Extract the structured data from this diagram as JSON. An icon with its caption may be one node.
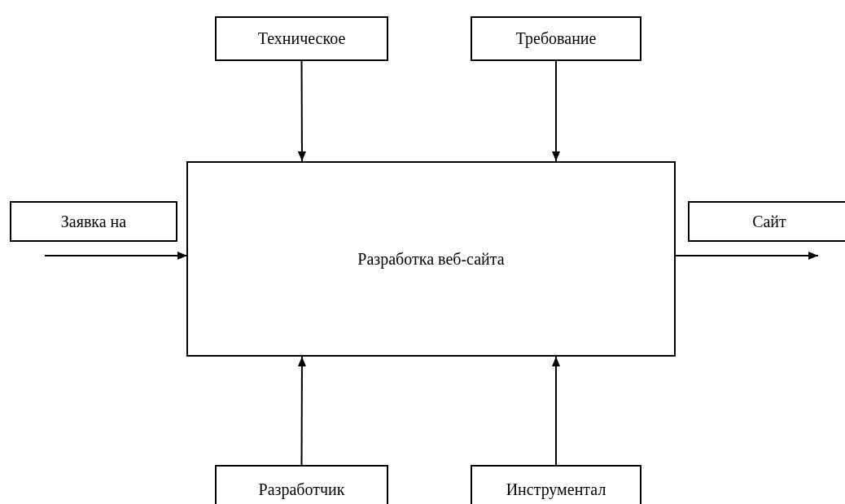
{
  "diagram": {
    "nodes": [
      {
        "text": [
          "Техническое"
        ]
      },
      {
        "text": [
          "Требование"
        ]
      },
      {
        "text": [
          "Заявка на"
        ]
      },
      {
        "text": [
          "Разработка веб-сайта"
        ]
      },
      {
        "text": [
          "Сайт"
        ]
      },
      {
        "text": [
          "Разработчик"
        ]
      },
      {
        "text": [
          "Инструментал"
        ]
      }
    ],
    "edges": [
      {
        "from": 0,
        "to": 3,
        "arrow": "to"
      },
      {
        "from": 1,
        "to": 3,
        "arrow": "to"
      },
      {
        "from": null,
        "to": 3,
        "arrow": "to"
      },
      {
        "from": 3,
        "to": 4,
        "arrow": "to"
      },
      {
        "from": 5,
        "to": 3,
        "arrow": "to"
      },
      {
        "from": 6,
        "to": 3,
        "arrow": "to"
      }
    ]
  }
}
